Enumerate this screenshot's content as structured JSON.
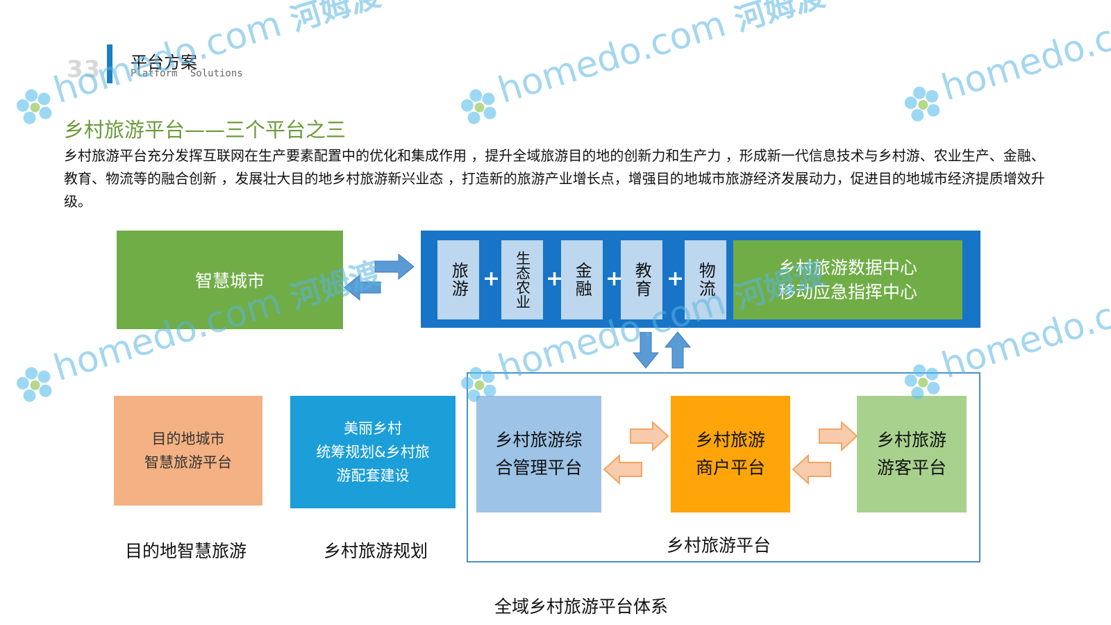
{
  "header": {
    "page_number": "33",
    "title": "平台方案",
    "subtitle": "Platform  Solutions"
  },
  "section": {
    "title": "乡村旅游平台——三个平台之三",
    "intro": "乡村旅游平台充分发挥互联网在生产要素配置中的优化和集成作用 ，提升全域旅游目的地的创新力和生产力 ，形成新一代信息技术与乡村游、农业生产、金融、教育、物流等的融合创新 ，发展壮大目的地乡村旅游新兴业态 ，打造新的旅游产业增长点，增强目的地城市旅游经济发展动力，促进目的地城市经济提质增效升级。"
  },
  "diagram": {
    "smart_city": "智慧城市",
    "modules": [
      "旅游",
      "生态农业",
      "金融",
      "教育",
      "物流"
    ],
    "plus": "+",
    "data_center": "乡村旅游数据中心\n移动应急指挥中心",
    "dest_platform": "目的地城市\n智慧旅游平台",
    "beauty_village": "美丽乡村\n统筹规划&乡村旅\n游配套建设",
    "mgmt_platform": "乡村旅游综\n合管理平台",
    "merchant_platform": "乡村旅游\n商户平台",
    "tourist_platform": "乡村旅游\n游客平台",
    "labels": {
      "dest": "目的地智慧旅游",
      "plan": "乡村旅游规划",
      "rural": "乡村旅游平台",
      "total": "全域乡村旅游平台体系"
    }
  },
  "watermark": {
    "latin": "homedo.com",
    "cn": "河姆渡"
  },
  "colors": {
    "accent_blue": "#1874c6",
    "green": "#70ad47",
    "orange": "#ffa50a",
    "peach": "#f4b183",
    "light_blue": "#9dc3e6",
    "light_green": "#a9d18e",
    "cyan": "#1c9ed8"
  }
}
